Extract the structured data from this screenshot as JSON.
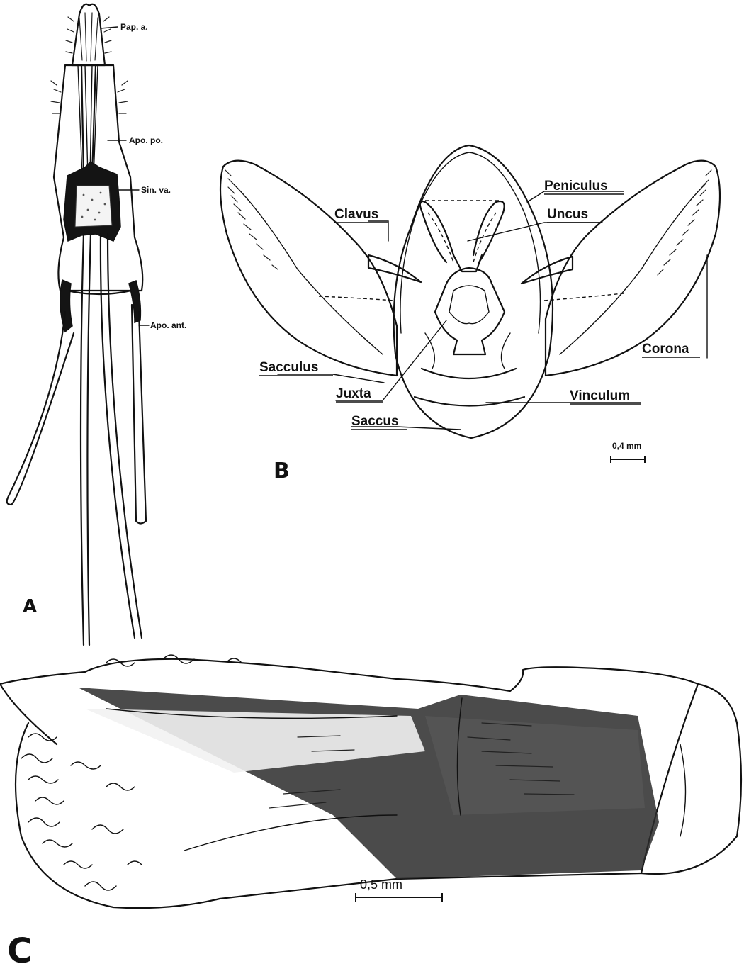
{
  "panels": [
    {
      "id": "A",
      "letter": "A"
    },
    {
      "id": "B",
      "letter": "B"
    },
    {
      "id": "C",
      "letter": "C"
    }
  ],
  "panel_a": {
    "labels": {
      "pap_a": "Pap. a.",
      "apo_po": "Apo. po.",
      "sin_va": "Sin. va.",
      "apo_ant": "Apo. ant."
    }
  },
  "panel_b": {
    "labels": {
      "peniculus": "Peniculus",
      "clavus": "Clavus",
      "uncus": "Uncus",
      "corona": "Corona",
      "sacculus": "Sacculus",
      "juxta": "Juxta",
      "vinculum": "Vinculum",
      "saccus": "Saccus"
    },
    "scale_bar": "0,4 mm"
  },
  "panel_c": {
    "scale_bar": "0,5 mm"
  }
}
